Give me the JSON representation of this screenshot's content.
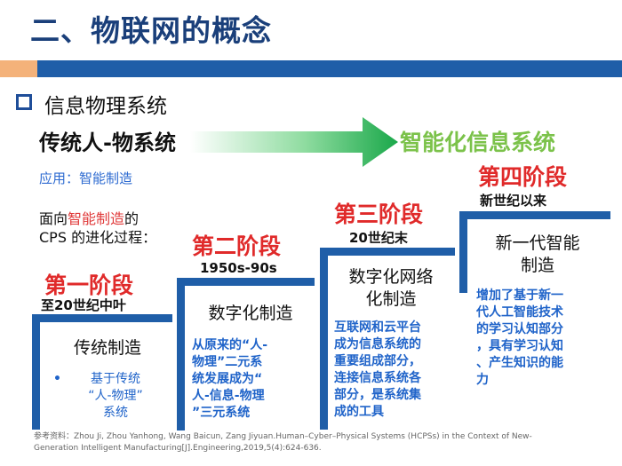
{
  "title": "二、物联网的概念",
  "subtitle": "信息物理系统",
  "arrow": {
    "left_label": "传统人-物系统",
    "right_label": "智能化信息系统"
  },
  "application": "应用：智能制造",
  "evolution": {
    "prefix": "面向",
    "highlight": "智能制造",
    "suffix": "的",
    "line2": "CPS 的进化过程："
  },
  "stages": [
    {
      "title": "第一阶段",
      "period": "至20世纪中叶",
      "heading": "传统制造",
      "bullet": "•",
      "desc_lines": [
        "基于传统",
        "“人-物理”",
        "系统"
      ]
    },
    {
      "title": "第二阶段",
      "period": "1950s-90s",
      "heading": "数字化制造",
      "desc_lines": [
        "从原来的“人-",
        "物理”二元系",
        "统发展成为“",
        "人-信息-物理",
        "”三元系统"
      ]
    },
    {
      "title": "第三阶段",
      "period": "20世纪末",
      "heading_lines": [
        "数字化网络",
        "化制造"
      ],
      "desc_lines": [
        "互联网和云平台",
        "成为信息系统的",
        "重要组成部分，",
        "连接信息系统各",
        "部分，是系统集",
        "成的工具"
      ]
    },
    {
      "title": "第四阶段",
      "period": "新世纪以来",
      "heading_lines": [
        "新一代智能",
        "制造"
      ],
      "desc_lines": [
        "增加了基于新一",
        "代人工智能技术",
        "的学习认知部分",
        "，具有学习认知",
        "、产生知识的能",
        "力"
      ]
    }
  ],
  "reference": {
    "line1": "参考资料：Zhou Ji, Zhou Yanhong, Wang Baicun, Zang Jiyuan.Human–Cyber–Physical Systems (HCPSs) in the Context of New-",
    "line2": "Generation Intelligent Manufacturing[J].Engineering,2019,5(4):624-636."
  },
  "colors": {
    "title_blue": "#1a3f7a",
    "band_blue": "#1f5ea8",
    "band_orange": "#f4b27a",
    "stage_red": "#e02a2a",
    "desc_blue": "#1f63c9",
    "arrow_green": "#1aa84a",
    "smart_green": "#7bc24a"
  }
}
